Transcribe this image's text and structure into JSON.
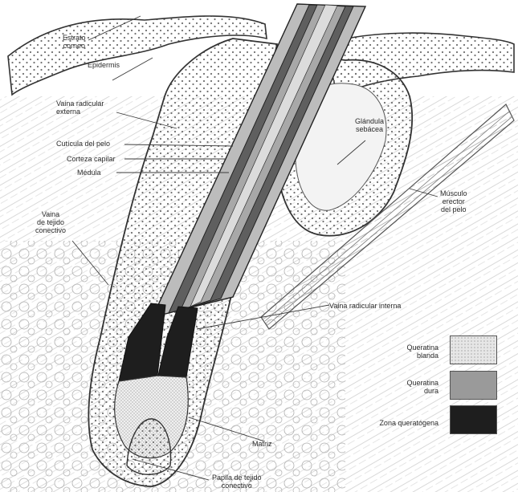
{
  "labels": {
    "estrato_corneo": "Estrato\ncorneo",
    "epidermis": "Epidermis",
    "vaina_radicular_externa": "Vaina radicular\nexterna",
    "cuticula_del_pelo": "Cutícula del pelo",
    "corteza_capilar": "Corteza capilar",
    "medula": "Médula",
    "vaina_tejido_conectivo": "Vaina\nde tejido\nconectivo",
    "glandula_sebacea": "Glándula\nsebácea",
    "musculo_erector": "Músculo\nerector\ndel pelo",
    "vaina_radicular_interna": "Vaina radicular interna",
    "matriz": "Matriz",
    "papila": "Papila de tejido\nconectivo"
  },
  "legend": [
    {
      "label": "Queratina\nblanda",
      "color": "#e6e6e6",
      "pattern": "dots"
    },
    {
      "label": "Queratina\ndura",
      "color": "#9a9a9a",
      "pattern": "solid"
    },
    {
      "label": "Zona queratógena",
      "color": "#1e1e1e",
      "pattern": "solid"
    }
  ]
}
